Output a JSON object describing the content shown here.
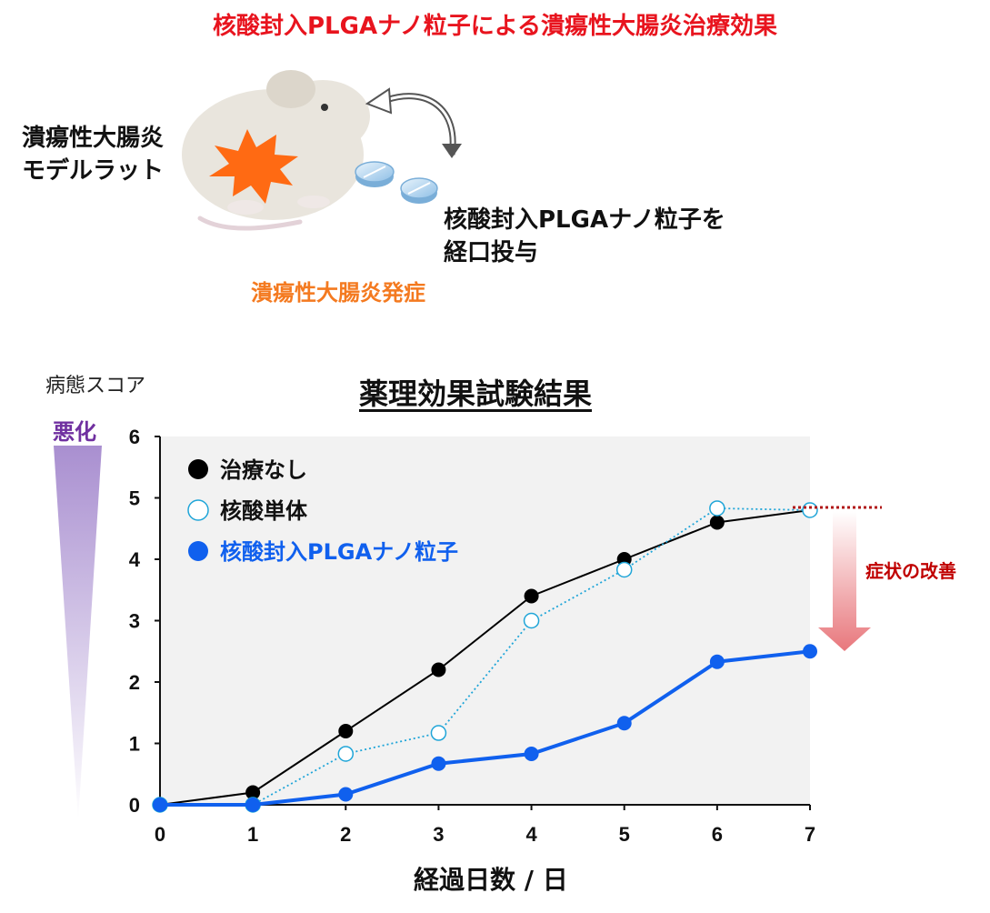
{
  "header": {
    "title": "核酸封入PLGAナノ粒子による潰瘍性大腸炎治療効果"
  },
  "illustration": {
    "model_label_line1": "潰瘍性大腸炎",
    "model_label_line2": "モデルラット",
    "admin_label_line1": "核酸封入PLGAナノ粒子を",
    "admin_label_line2": "経口投与",
    "onset_label": "潰瘍性大腸炎発症",
    "icons": [
      "rat-icon",
      "inflammation-burst-icon",
      "curved-arrow-icon",
      "tablet-icon"
    ]
  },
  "score_indicator": {
    "label": "病態スコア",
    "worse_label": "悪化",
    "color_top": "#a98fd0",
    "color_bottom": "#ffffff"
  },
  "improvement_note": {
    "label": "症状の改善",
    "arrow_color": "#e8777c",
    "line_color": "#b01818"
  },
  "chart_data": {
    "type": "line",
    "title": "薬理効果試験結果",
    "xlabel": "経過日数 / 日",
    "ylabel": "病態スコア",
    "x": [
      0,
      1,
      2,
      3,
      4,
      5,
      6,
      7
    ],
    "xlim": [
      0,
      7
    ],
    "ylim": [
      0,
      6
    ],
    "yticks": [
      0,
      1,
      2,
      3,
      4,
      5,
      6
    ],
    "grid": false,
    "background": "#f2f2f2",
    "legend_position": "top-left",
    "series": [
      {
        "name": "治療なし",
        "values": [
          0,
          0.2,
          1.2,
          2.2,
          3.4,
          4.0,
          4.6,
          4.8
        ],
        "color": "#000000",
        "marker": "filled-circle",
        "line": "solid-thin"
      },
      {
        "name": "核酸単体",
        "values": [
          0,
          0,
          0.83,
          1.17,
          3.0,
          3.83,
          4.83,
          4.8
        ],
        "color": "#1fa5d8",
        "marker": "open-circle",
        "line": "dotted"
      },
      {
        "name": "核酸封入PLGAナノ粒子",
        "values": [
          0,
          0,
          0.17,
          0.67,
          0.83,
          1.33,
          2.33,
          2.5
        ],
        "color": "#1060ee",
        "marker": "filled-circle",
        "line": "solid-thick"
      }
    ]
  }
}
